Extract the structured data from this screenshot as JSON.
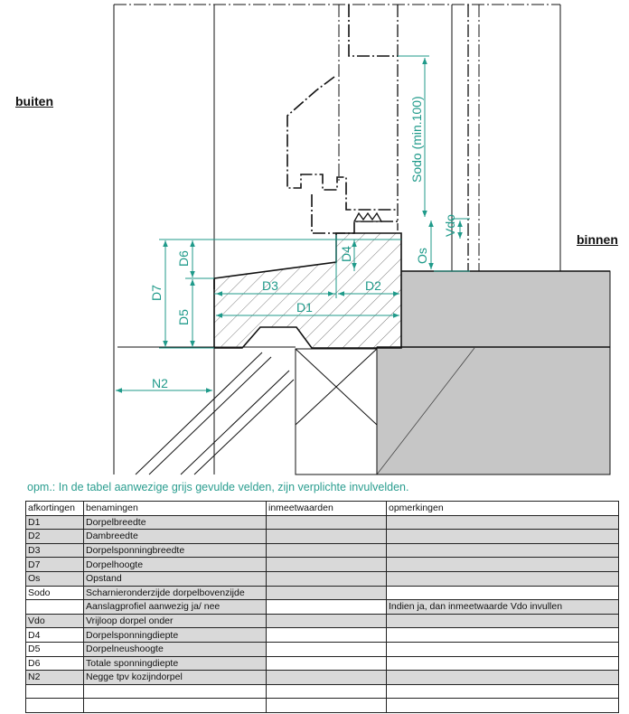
{
  "labels": {
    "outside": "buiten",
    "inside": "binnen"
  },
  "dimensions": {
    "D1": "D1",
    "D2": "D2",
    "D3": "D3",
    "D4": "D4",
    "D5": "D5",
    "D6": "D6",
    "D7": "D7",
    "N2": "N2",
    "Os": "Os",
    "Vdo": "Vdo",
    "Sodo": "Sodo  (min.100)"
  },
  "note": "opm.: In de tabel aanwezige grijs gevulde velden, zijn verplichte invulvelden.",
  "table": {
    "headers": [
      "afkortingen",
      "benamingen",
      "inmeetwaarden",
      "opmerkingen"
    ],
    "rows": [
      {
        "abbr": "D1",
        "name": "Dorpelbreedte",
        "value": "",
        "remark": "",
        "g": [
          1,
          1,
          1,
          1
        ]
      },
      {
        "abbr": "D2",
        "name": "Dambreedte",
        "value": "",
        "remark": "",
        "g": [
          1,
          1,
          1,
          1
        ]
      },
      {
        "abbr": "D3",
        "name": "Dorpelsponningbreedte",
        "value": "",
        "remark": "",
        "g": [
          1,
          1,
          1,
          1
        ]
      },
      {
        "abbr": "D7",
        "name": "Dorpelhoogte",
        "value": "",
        "remark": "",
        "g": [
          1,
          1,
          1,
          1
        ]
      },
      {
        "abbr": "Os",
        "name": "Opstand",
        "value": "",
        "remark": "",
        "g": [
          1,
          1,
          1,
          1
        ]
      },
      {
        "abbr": "Sodo",
        "name": "Scharnieronderzijde dorpelbovenzijde",
        "value": "",
        "remark": "",
        "g": [
          0,
          1,
          1,
          0
        ]
      },
      {
        "abbr": "",
        "name": "Aanslagprofiel aanwezig ja/ nee",
        "value": "",
        "remark": "Indien ja, dan inmeetwaarde Vdo invullen",
        "g": [
          0,
          1,
          0,
          1
        ]
      },
      {
        "abbr": "Vdo",
        "name": "Vrijloop dorpel onder",
        "value": "",
        "remark": "",
        "g": [
          1,
          1,
          1,
          1
        ]
      },
      {
        "abbr": "D4",
        "name": "Dorpelsponningdiepte",
        "value": "",
        "remark": "",
        "g": [
          0,
          1,
          0,
          0
        ]
      },
      {
        "abbr": "D5",
        "name": "Dorpelneushoogte",
        "value": "",
        "remark": "",
        "g": [
          0,
          1,
          0,
          0
        ]
      },
      {
        "abbr": "D6",
        "name": "Totale sponningdiepte",
        "value": "",
        "remark": "",
        "g": [
          0,
          1,
          0,
          0
        ]
      },
      {
        "abbr": "N2",
        "name": "Negge tpv kozijndorpel",
        "value": "",
        "remark": "",
        "g": [
          1,
          1,
          1,
          1
        ]
      },
      {
        "abbr": "",
        "name": "",
        "value": "",
        "remark": "",
        "g": [
          0,
          0,
          0,
          0
        ]
      },
      {
        "abbr": "",
        "name": "",
        "value": "",
        "remark": "",
        "g": [
          0,
          0,
          0,
          0
        ]
      }
    ]
  },
  "colors": {
    "dimension": "#1f9a8a",
    "outline": "#111111",
    "masonry": "#c6c6c6",
    "cell_fill": "#d9d9d9"
  }
}
